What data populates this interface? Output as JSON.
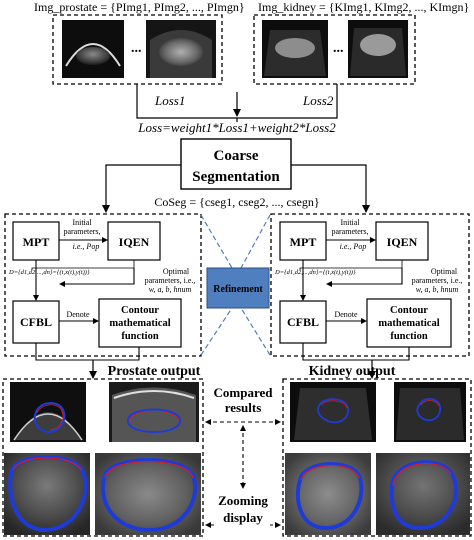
{
  "datasets": {
    "prostate_set": "Img_prostate = {PImg1, PImg2, ..., PImgn}",
    "kidney_set": "Img_kidney = {KImg1, KImg2, ..., KImgn}"
  },
  "losses": {
    "loss1": "Loss1",
    "loss2": "Loss2",
    "total": "Loss=weight1*Loss1+weight2*Loss2"
  },
  "coarse": {
    "title_line1": "Coarse",
    "title_line2": "Segmentation",
    "output_set": "CoSeg = {cseg1, cseg2, ..., csegn}"
  },
  "left_module": {
    "mpt": "MPT",
    "iqen": "IQEN",
    "cfbl": "CFBL",
    "contour_line1": "Contour",
    "contour_line2": "mathematical",
    "contour_line3": "function",
    "initial_line1": "Initial",
    "initial_line2": "parameters,",
    "initial_line3": "i.e., Pop",
    "optimal_line1": "Optimal",
    "optimal_line2": "parameters, i.e.,",
    "optimal_line3": "w, a, b, hnum",
    "denote": "Denote",
    "d_formula": "D={d1,d2,...,dn}={(t,x(t),y(t))}"
  },
  "right_module": {
    "mpt": "MPT",
    "iqen": "IQEN",
    "cfbl": "CFBL",
    "contour_line1": "Contour",
    "contour_line2": "mathematical",
    "contour_line3": "function",
    "initial_line1": "Initial",
    "initial_line2": "parameters,",
    "initial_line3": "i.e., Pop",
    "optimal_line1": "Optimal",
    "optimal_line2": "parameters, i.e.,",
    "optimal_line3": "w, a, b, hnum",
    "denote": "Denote",
    "d_formula": "D={d1,d2,...,dn}={(t,x(t),y(t))}"
  },
  "refinement": "Refinement",
  "outputs": {
    "prostate": "Prostate output",
    "kidney": "Kidney output",
    "compared_line1": "Compared",
    "compared_line2": "results",
    "zooming_line1": "Zooming",
    "zooming_line2": "display"
  },
  "colors": {
    "refinement_fill": "#4f7fbf",
    "contour_blue": "#1f3bd6",
    "contour_red": "#d42020",
    "ultrasound_dark": "#0b0b0b"
  }
}
